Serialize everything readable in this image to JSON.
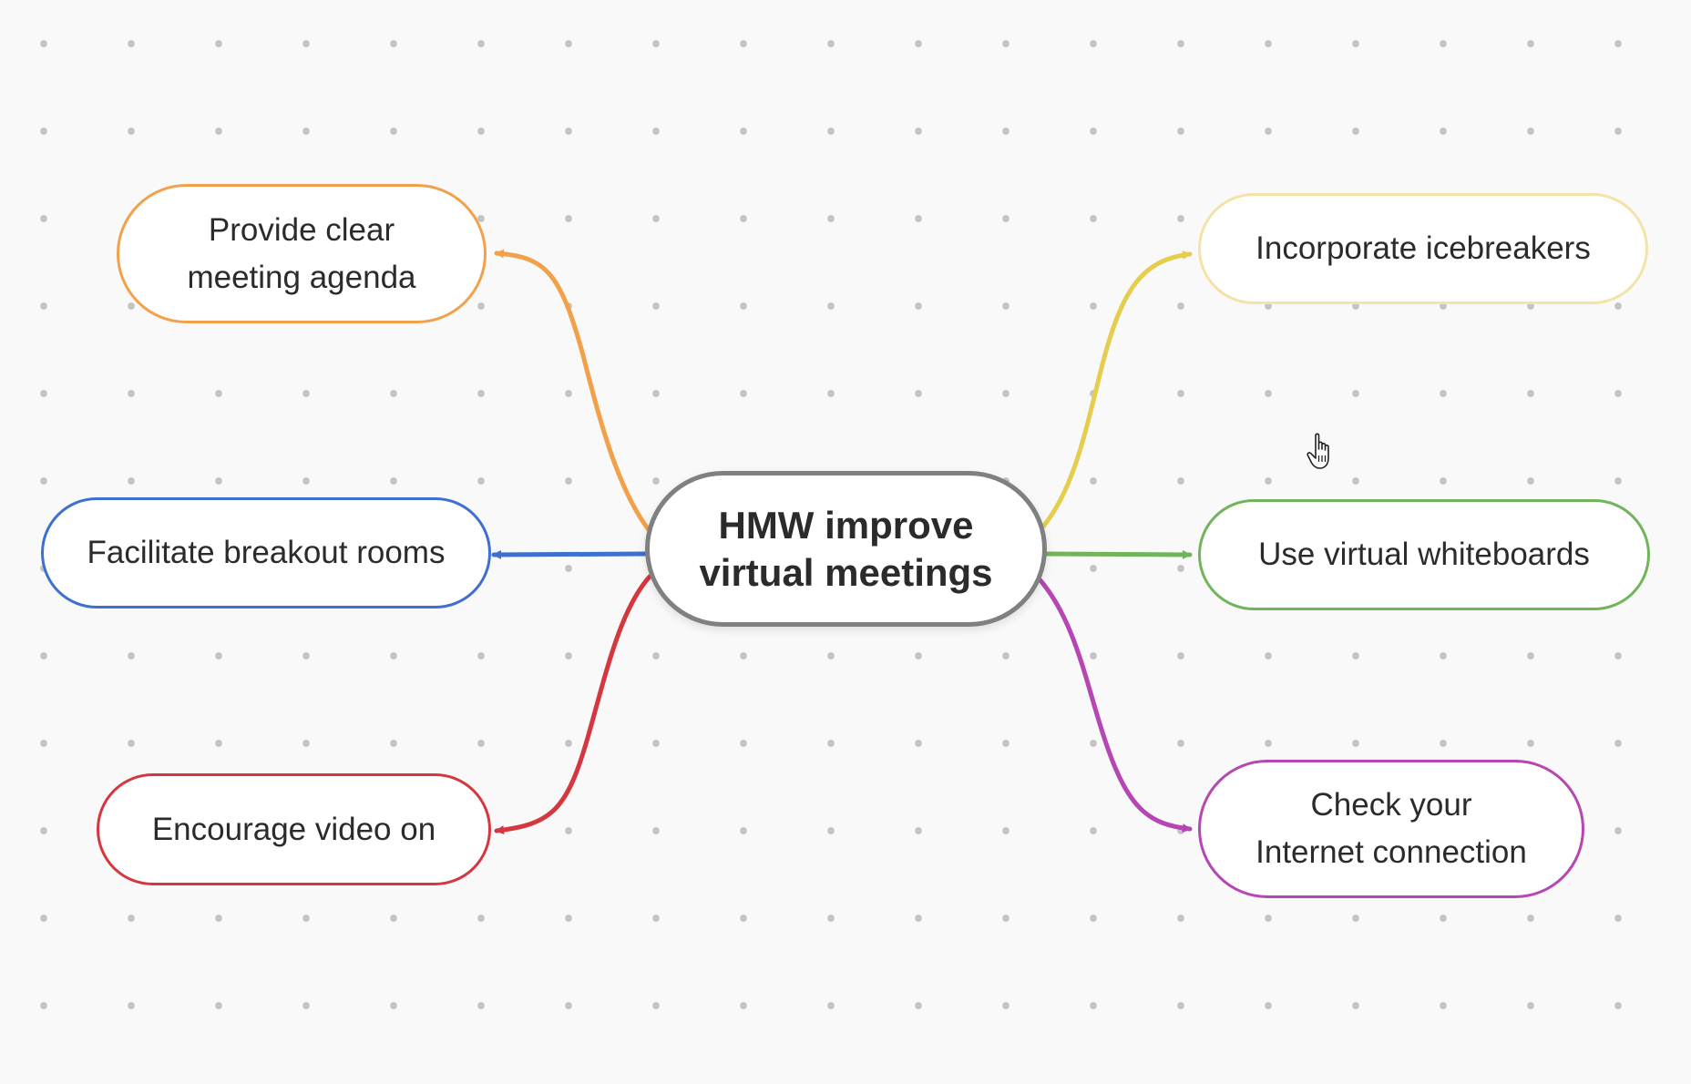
{
  "central": {
    "lines": [
      "HMW improve",
      "virtual meetings"
    ],
    "color": "#808080"
  },
  "ideas": [
    {
      "id": "agenda",
      "lines": [
        "Provide clear",
        "meeting agenda"
      ],
      "color": "#f2a14b"
    },
    {
      "id": "breakout",
      "lines": [
        "Facilitate breakout rooms"
      ],
      "color": "#3f6fcf"
    },
    {
      "id": "video",
      "lines": [
        "Encourage video on"
      ],
      "color": "#d5373f"
    },
    {
      "id": "icebreakers",
      "lines": [
        "Incorporate icebreakers"
      ],
      "color": "#f3e3a8"
    },
    {
      "id": "whiteboards",
      "lines": [
        "Use virtual whiteboards"
      ],
      "color": "#72b45b"
    },
    {
      "id": "internet",
      "lines": [
        "Check your",
        "Internet connection"
      ],
      "color": "#b546b3"
    }
  ],
  "edge_colors": {
    "agenda": "#f2a14b",
    "breakout": "#3f6fcf",
    "video": "#d5373f",
    "icebreakers": "#e4cd4f",
    "whiteboards": "#72b45b",
    "internet": "#b546b3"
  },
  "background": "#f9f9f9",
  "icons": {
    "cursor": "hand-pointer-icon"
  }
}
